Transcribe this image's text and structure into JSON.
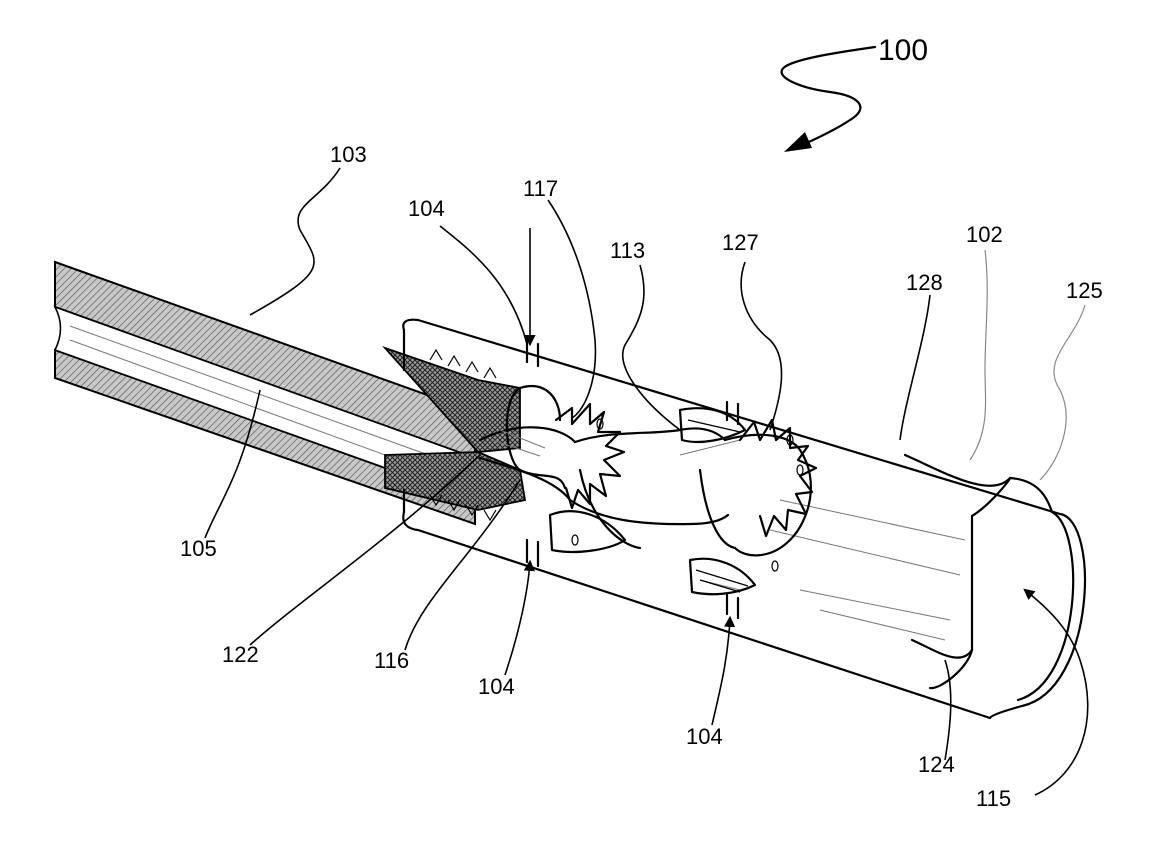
{
  "figure": {
    "main_reference": "100",
    "labels": {
      "l103": "103",
      "l104a": "104",
      "l117": "117",
      "l113": "113",
      "l127": "127",
      "l102": "102",
      "l128": "128",
      "l125": "125",
      "l105": "105",
      "l122": "122",
      "l116": "116",
      "l104b": "104",
      "l104c": "104",
      "l124": "124",
      "l115": "115"
    }
  }
}
